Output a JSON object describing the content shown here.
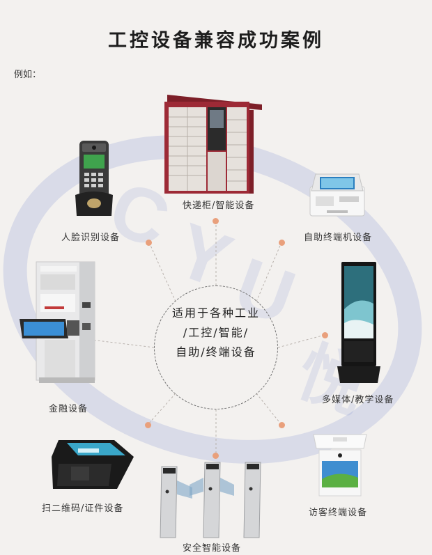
{
  "title": "工控设备兼容成功案例",
  "subtitle": "例如：",
  "center_text": [
    "适用于各种工业",
    "/工控/智能/",
    "自助/终端设备"
  ],
  "devices": [
    {
      "label": "快递柜/智能设备"
    },
    {
      "label": "人脸识别设备"
    },
    {
      "label": "自助终端机设备"
    },
    {
      "label": "金融设备"
    },
    {
      "label": "多媒体/教学设备"
    },
    {
      "label": "扫二维码/证件设备"
    },
    {
      "label": "安全智能设备"
    },
    {
      "label": "访客终端设备"
    }
  ],
  "colors": {
    "accent": "#e9a07c",
    "watermark": "#2f4fb8"
  }
}
